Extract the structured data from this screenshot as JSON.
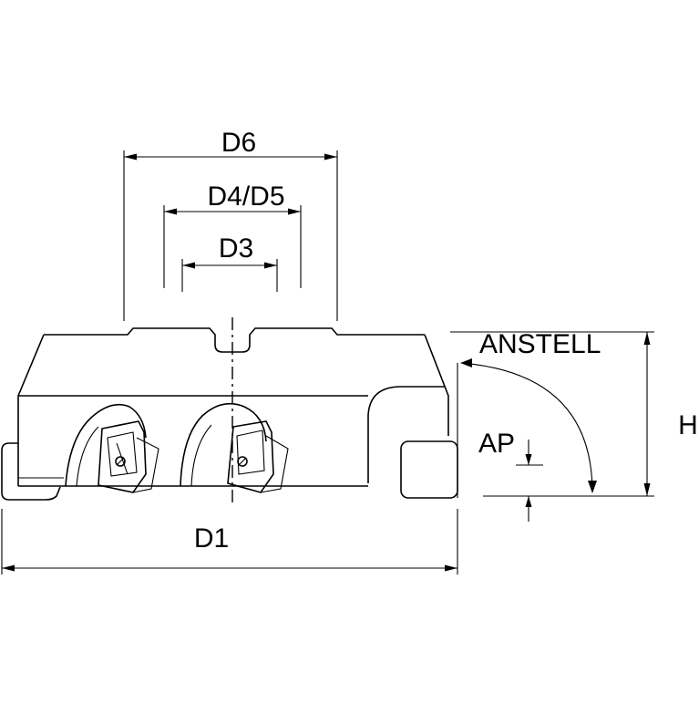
{
  "labels": {
    "d6": "D6",
    "d4_d5": "D4/D5",
    "d3": "D3",
    "d1": "D1",
    "anstell": "ANSTELL",
    "h": "H",
    "ap": "AP"
  },
  "colors": {
    "line": "#000000",
    "background": "#ffffff"
  }
}
